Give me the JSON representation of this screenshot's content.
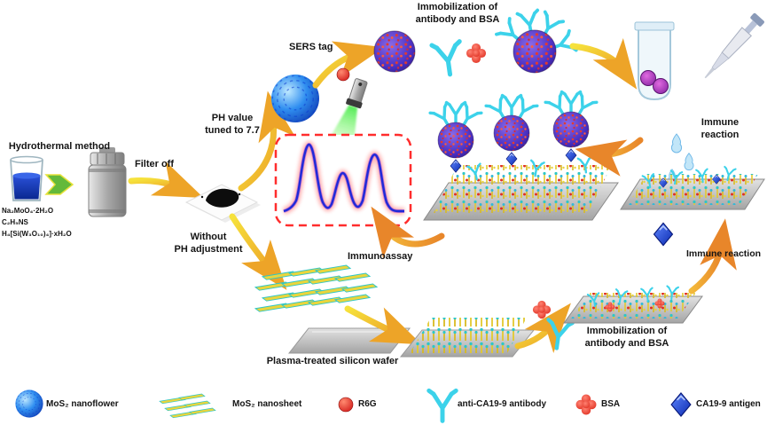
{
  "figure": {
    "labels": {
      "hydrothermal_method": "Hydrothermal method",
      "chemicals": [
        "Na₂MoO₄·2H₂O",
        "C₂H₅NS",
        "H₄[Si(W₃O₁₀)₄]·xH₂O"
      ],
      "filter_off": "Filter off",
      "ph_value_line1": "PH value",
      "ph_value_line2": "tuned to 7.7",
      "sers_tag": "SERS tag",
      "immobilization_top_line1": "Immobilization of",
      "immobilization_top_line2": "antibody and BSA",
      "immune_reaction_top_line1": "Immune",
      "immune_reaction_top_line2": "reaction",
      "without_ph_line1": "Without",
      "without_ph_line2": "PH adjustment",
      "immunoassay": "Immunoassay",
      "plasma_wafer": "Plasma-treated silicon wafer",
      "immobilization_bottom_line1": "Immobilization of",
      "immobilization_bottom_line2": "antibody and BSA",
      "immune_reaction_bottom": "Immune reaction"
    },
    "legend": [
      {
        "icon": "nanoflower-icon",
        "label": "MoS₂ nanoflower"
      },
      {
        "icon": "nanosheet-icon",
        "label": "MoS₂ nanosheet"
      },
      {
        "icon": "r6g-icon",
        "label": "R6G"
      },
      {
        "icon": "antibody-icon",
        "label": "anti-CA19-9 antibody"
      },
      {
        "icon": "bsa-icon",
        "label": "BSA"
      },
      {
        "icon": "antigen-icon",
        "label": "CA19-9 antigen"
      }
    ],
    "colors": {
      "nanoflower_blue": "#1c6fe8",
      "sers_sphere_purple": "#4a2fc0",
      "r6g_red": "#cf1212",
      "antibody_cyan": "#3cd2ea",
      "bsa_red": "#d92012",
      "antigen_blue": "#0c2bb0",
      "arrow_yellow": "#eda428",
      "arrow_green": "#63b93a",
      "laser_green": "#36e83a",
      "spectrum_blue": "#1f2ad8",
      "dashed_box_red": "#ff2d2d"
    }
  }
}
